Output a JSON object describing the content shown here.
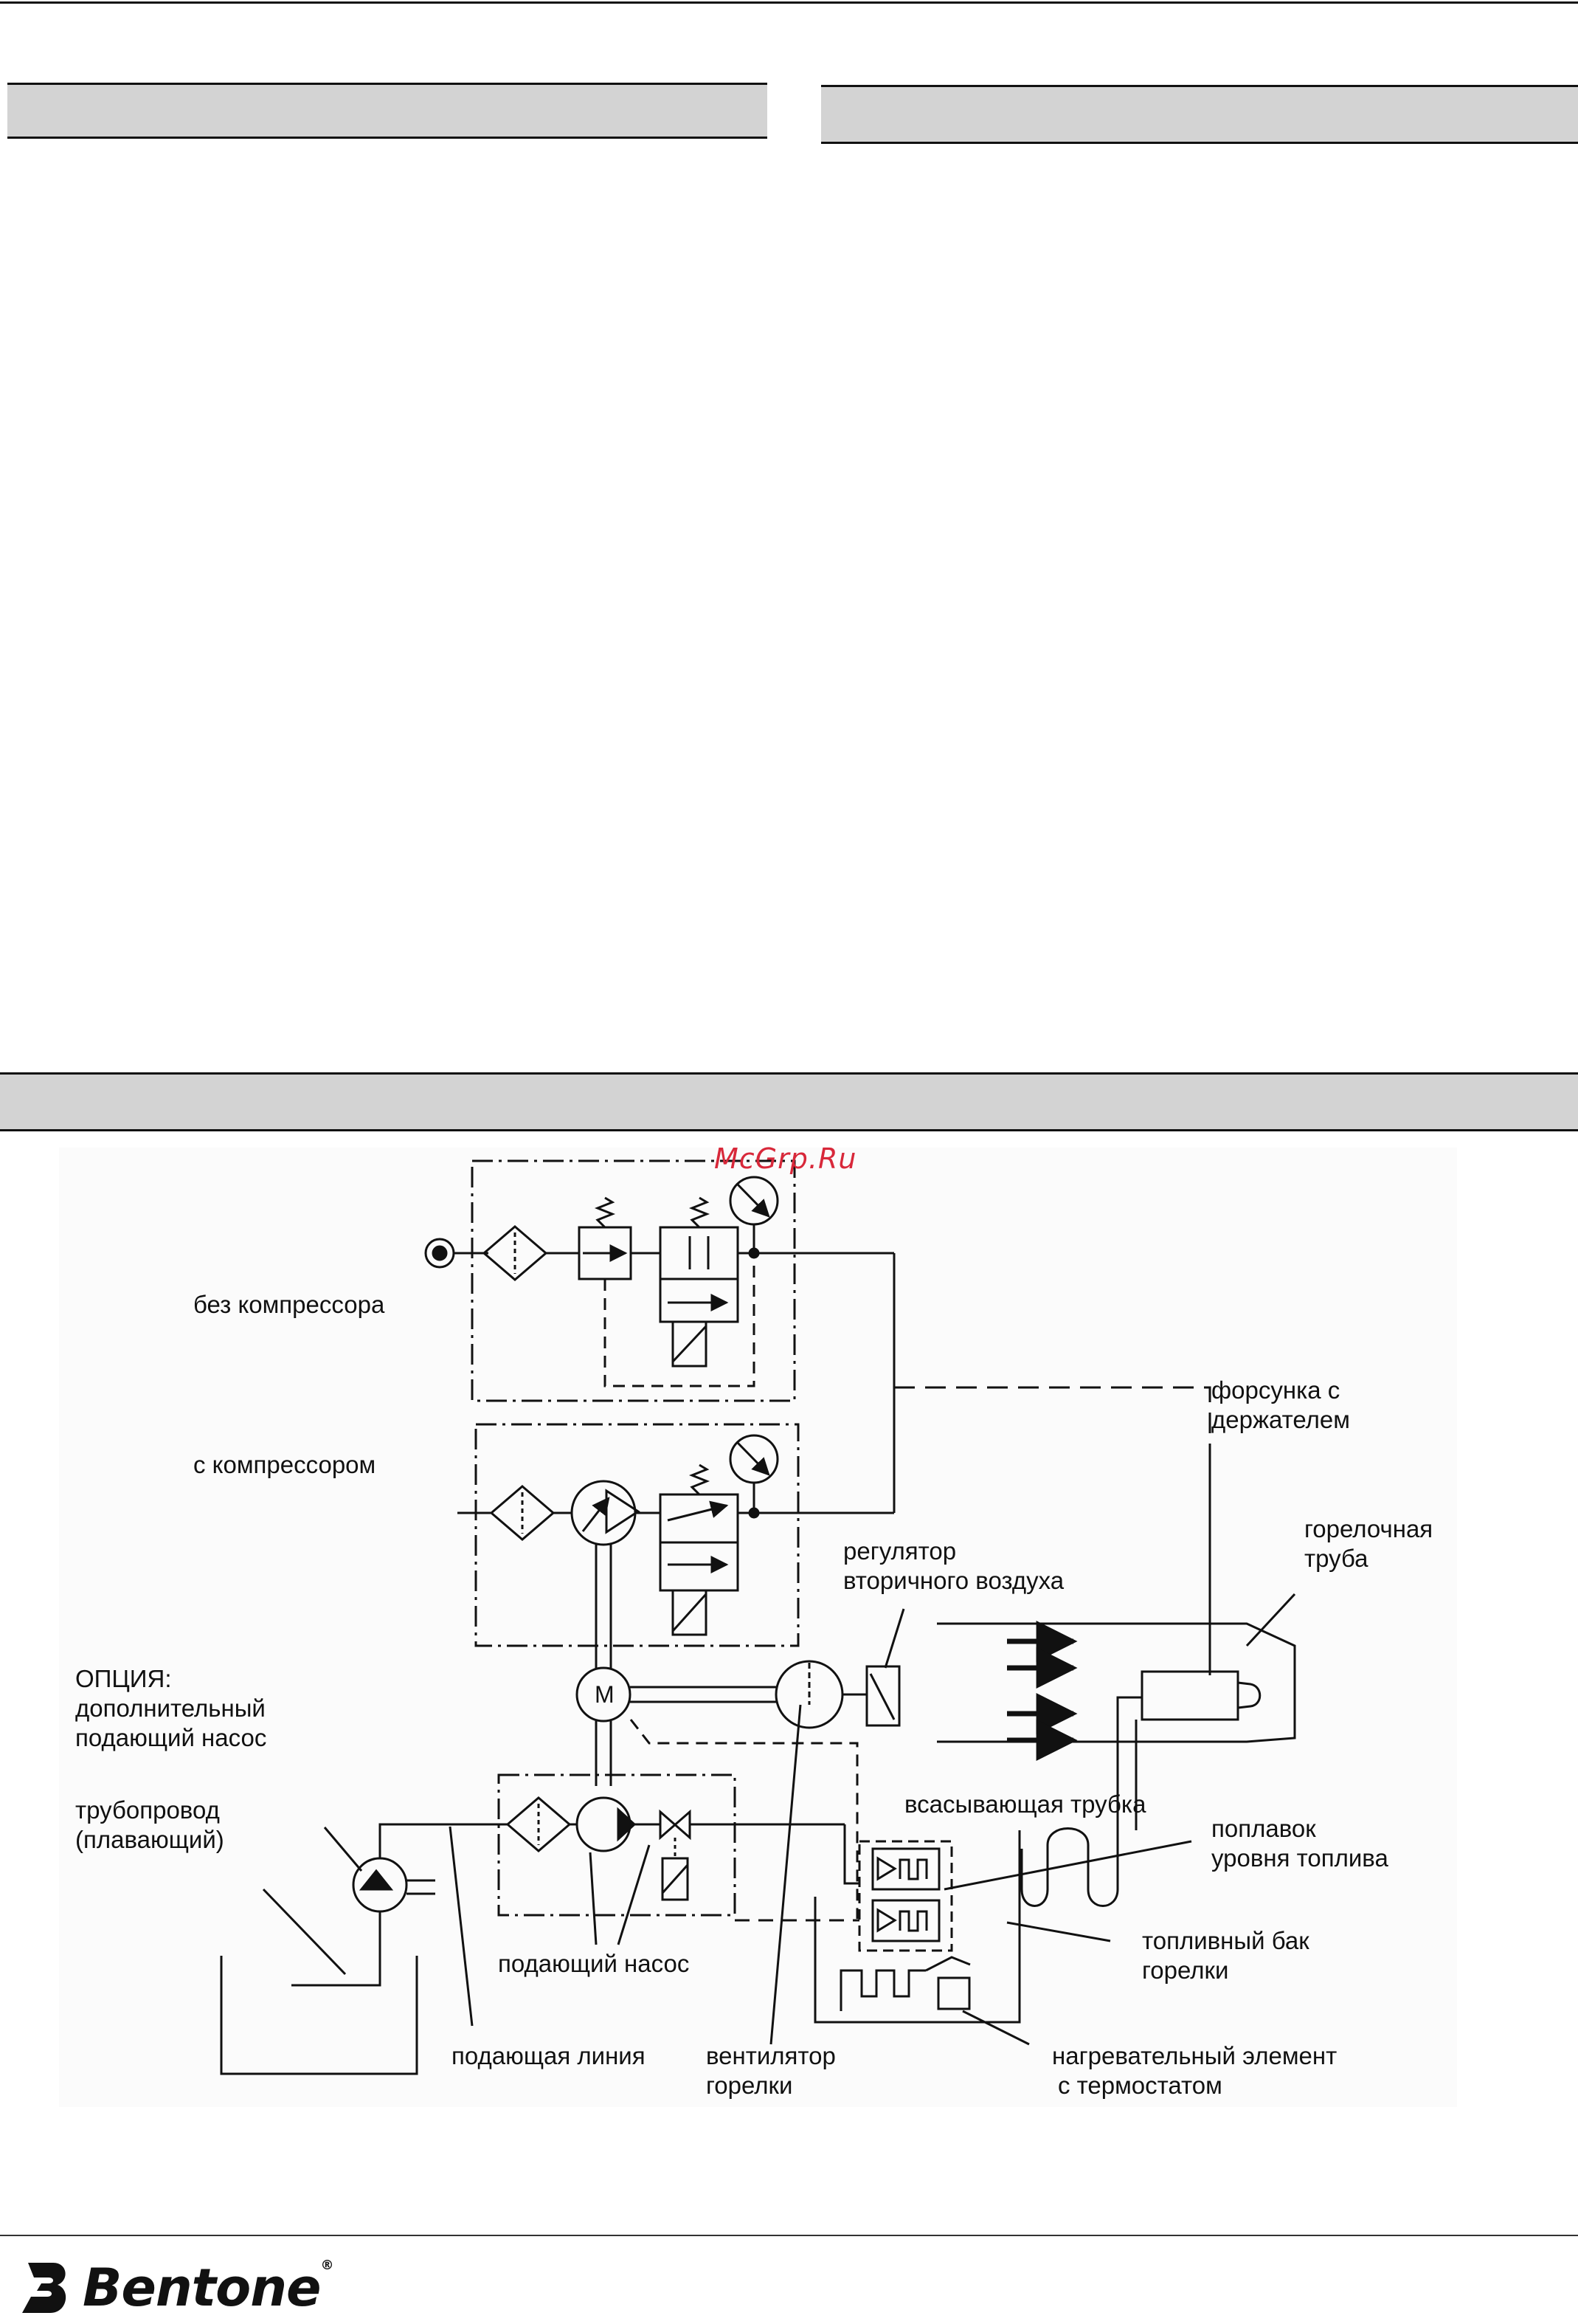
{
  "watermark": "McGrp.Ru",
  "labels": {
    "no_compressor": "без компрессора",
    "with_compressor": "с компрессором",
    "nozzle_1": "форсунка с",
    "nozzle_2": "держателем",
    "burner_tube_1": "горелочная",
    "burner_tube_2": "труба",
    "regulator_1": "регулятор",
    "regulator_2": "вторичного воздуха",
    "option_1": "ОПЦИЯ:",
    "option_2": "дополнительный",
    "option_3": "подающий насос",
    "pipeline_1": "трубопровод",
    "pipeline_2": "(плавающий)",
    "suction_tube": "всасывающая трубка",
    "float_1": "поплавок",
    "float_2": "уровня топлива",
    "tank_1": "топливный бак",
    "tank_2": "горелки",
    "feed_pump": "подающий насос",
    "feed_line": "подающая линия",
    "fan_1": "вентилятор",
    "fan_2": "горелки",
    "heater_1": "нагревательный элемент",
    "heater_2": "с термостатом"
  },
  "motor_symbol": "M",
  "brand": {
    "name": "Bentone",
    "mark": "®"
  }
}
